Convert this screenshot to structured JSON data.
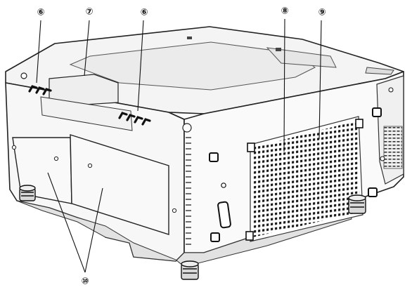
{
  "callouts": [
    {
      "id": "c6a",
      "label": "⑥"
    },
    {
      "id": "c7",
      "label": "⑦"
    },
    {
      "id": "c6b",
      "label": "⑥"
    },
    {
      "id": "c8",
      "label": "⑧"
    },
    {
      "id": "c9",
      "label": "⑨"
    },
    {
      "id": "c10",
      "label": "⑩"
    }
  ]
}
